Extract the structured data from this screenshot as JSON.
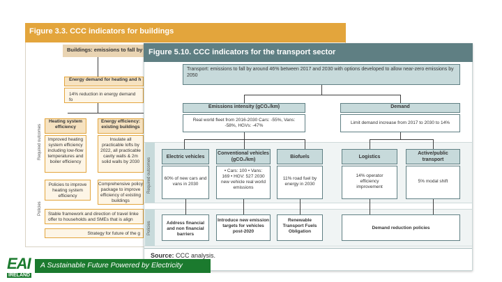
{
  "fig1": {
    "title": "Figure 3.3. CCC indicators for buildings",
    "banner": "Buildings: emissions to fall by a",
    "energy_header": "Energy demand for heating and h",
    "energy_target": "14% reduction in energy demand fo",
    "heating_header": "Heating system efficiency",
    "heating_body": "Improved heating system efficiency including low-flow temperatures and boiler efficiency",
    "existing_header": "Energy efficiency: existing buildings",
    "existing_body": "Insulate all practicable lofts by 2022, all practicable cavity walls & 2m solid walls by 2030",
    "policy1": "Policies to improve heating system efficiency",
    "policy2": "Comprehensive policy package to improve efficiency of existing buildings",
    "framework": "Stable framework and direction of travel linke offer to households and SMEs that is align",
    "strategy": "Strategy for future of the g",
    "side_outcomes": "Required outcomes",
    "side_policies": "Policies"
  },
  "fig2": {
    "title": "Figure 5.10. CCC indicators for the transport sector",
    "top": "Transport: emissions to fall by around 46% between 2017 and 2030 with options developed to allow near-zero emissions by 2050",
    "intensity_header": "Emissions intensity (gCO₂/km)",
    "intensity_body": "Real world fleet from 2016-2030 Cars: -55%, Vans: -58%, HGVs: -47%",
    "demand_header": "Demand",
    "demand_body": "Limit demand increase from 2017 to 2030 to 14%",
    "ev_header": "Electric vehicles",
    "ev_body": "60% of new cars and vans in 2030",
    "conv_header": "Conventional vehicles (gCO₂/km)",
    "conv_body": "• Cars: 100 • Vans: 169 • HGV: 527 2030 new vehicle real world emissions",
    "bio_header": "Biofuels",
    "bio_body": "11% road fuel by energy in 2030",
    "log_header": "Logistics",
    "log_body": "14% operator efficiency improvement",
    "act_header": "Active/public transport",
    "act_body": "5% modal shift",
    "p1": "Address financial and non financial barriers",
    "p2": "Introduce new emission targets for vehicles post-2020",
    "p3": "Renewable Transport Fuels Obligation",
    "p4": "Demand reduction policies",
    "side_outcomes": "Required outcomes",
    "side_policies": "Policies",
    "source_label": "Source:",
    "source_text": "CCC analysis."
  },
  "footer": {
    "logo_text": "EAI",
    "logo_sub": "IRELAND",
    "tagline": "A Sustainable Future Powered by Electricity"
  },
  "colors": {
    "fig1_accent": "#e3a53c",
    "fig2_accent": "#5f7f83",
    "brand_green": "#1b7a2e"
  }
}
